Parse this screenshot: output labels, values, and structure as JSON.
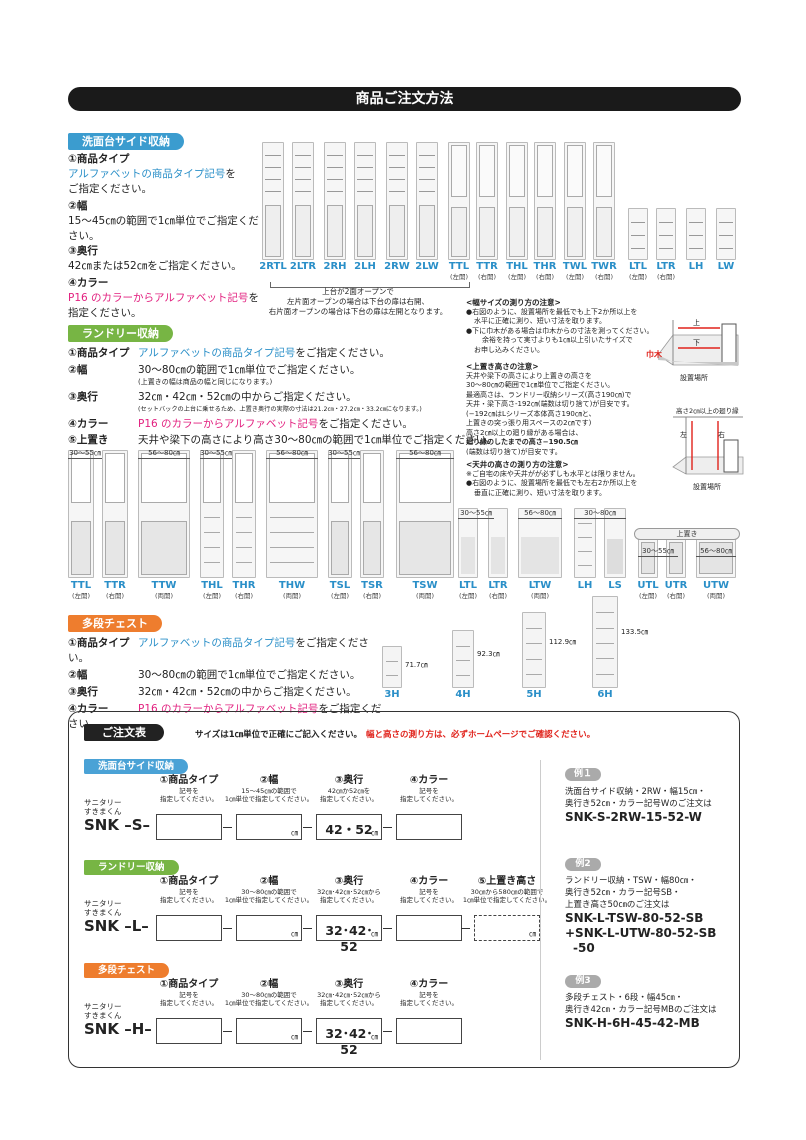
{
  "title": "商品ご注文方法",
  "washstand": {
    "tab": "洗面台サイド収納",
    "i1_head": "①商品タイプ",
    "i1_a": "アルファベットの商品タイプ記号",
    "i1_b": "を",
    "i1_c": "ご指定ください。",
    "i2_head": "②幅",
    "i2_a": "15～45㎝の範囲で1㎝単位でご指定ください。",
    "i3_head": "③奥行",
    "i3_a": "42㎝または52㎝をご指定ください。",
    "i4_head": "④カラー",
    "i4_a": "P16 のカラーからアルファベット記号",
    "i4_b": "を",
    "i4_c": "指定ください。",
    "products": [
      {
        "code": "2RTL",
        "note": ""
      },
      {
        "code": "2LTR",
        "note": ""
      },
      {
        "code": "2RH",
        "note": ""
      },
      {
        "code": "2LH",
        "note": ""
      },
      {
        "code": "2RW",
        "note": ""
      },
      {
        "code": "2LW",
        "note": ""
      },
      {
        "code": "TTL",
        "note": "(左開)"
      },
      {
        "code": "TTR",
        "note": "(右開)"
      },
      {
        "code": "THL",
        "note": "(左開)"
      },
      {
        "code": "THR",
        "note": "(右開)"
      },
      {
        "code": "TWL",
        "note": "(左開)"
      },
      {
        "code": "TWR",
        "note": "(右開)"
      },
      {
        "code": "LTL",
        "note": "(左開)"
      },
      {
        "code": "LTR",
        "note": "(右開)"
      },
      {
        "code": "LH",
        "note": ""
      },
      {
        "code": "LW",
        "note": ""
      }
    ],
    "note1": "上台が2面オープンで",
    "note2": "左片面オープンの場合は下台の扉は右開、",
    "note3": "右片面オープンの場合は下台の扉は左開となります。"
  },
  "measure": {
    "w_title": "<幅サイズの測り方の注意>",
    "w1": "●右図のように、設置場所を最低でも上下2か所以上を",
    "w2": "水平に正確に測り、短い寸法を取ります。",
    "w3": "●下に巾木がある場合は巾木からの寸法を測ってください。",
    "w4": "余裕を持って実寸よりも1㎝以上引いたサイズで",
    "w5": "お申し込みください。",
    "fig1_top": "上",
    "fig1_bottom": "下",
    "fig1_baseboard": "巾木",
    "fig1_place": "設置場所",
    "h_title": "<上置き高さの注意>",
    "h1": "天井や梁下の高さにより上置きの高さを",
    "h2": "30～80㎝の範囲で1㎝単位でご指定ください。",
    "h3": "最適高さは、ランドリー収納シリーズ(高さ190㎝)で",
    "h4": "天井・梁下高さ-192㎝(端数は切り捨て)が目安です。",
    "h5": "(−192㎝はLシリーズ本体高さ190㎝と、",
    "h6": "上置きの突っ張り用スペースの2㎝です)",
    "h7": "高さ2㎝以上の廻り縁がある場合は、",
    "h8": "廻り縁のしたまでの高さ−190.5㎝",
    "h9": "(端数は切り捨て)が目安です。",
    "fig2_top": "高さ2㎝以上の廻り縁",
    "fig2_left": "左",
    "fig2_right": "右",
    "fig2_place": "設置場所",
    "c_title": "<天井の高さの測り方の注意>",
    "c1": "※ご自宅の床や天井がが必ずしも水平とは限りません。",
    "c2": "●右図のように、設置場所を最低でも左右2か所以上を",
    "c3": "垂直に正確に測り、短い寸法を取ります。"
  },
  "laundry": {
    "tab": "ランドリー収納",
    "i1_head": "①商品タイプ",
    "i1_a": "アルファベットの商品タイプ記号",
    "i1_b": "をご指定ください。",
    "i2_head": "②幅",
    "i2_a": "30～80㎝の範囲で1㎝単位でご指定ください。",
    "i2_b": "(上置きの幅は商品の幅と同じになります。)",
    "i3_head": "③奥行",
    "i3_a": "32㎝・42㎝・52㎝の中からご指定ください。",
    "i3_b": "(セットバックの上台に乗せるため、上置き奥行の実際の寸法は21.2㎝・27.2㎝・33.2㎝になります。)",
    "i4_head": "④カラー",
    "i4_a": "P16 のカラーからアルファベット記号",
    "i4_b": "をご指定ください。",
    "i5_head": "⑤上置き",
    "i5_a": "天井や梁下の高さにより高さ30～80㎝の範囲で1㎝単位でご指定ください。",
    "dims": [
      "30～55㎝",
      "56～80㎝",
      "30～55㎝",
      "56～80㎝",
      "30～55㎝",
      "56～80㎝",
      "30～55㎝",
      "56～80㎝",
      "30～80㎝",
      "上置き",
      "30～55㎝",
      "56～80㎝"
    ],
    "products": [
      {
        "code": "TTL",
        "note": "(左開)"
      },
      {
        "code": "TTR",
        "note": "(右開)"
      },
      {
        "code": "TTW",
        "note": "(両開)"
      },
      {
        "code": "THL",
        "note": "(左開)"
      },
      {
        "code": "THR",
        "note": "(右開)"
      },
      {
        "code": "THW",
        "note": "(両開)"
      },
      {
        "code": "TSL",
        "note": "(左開)"
      },
      {
        "code": "TSR",
        "note": "(右開)"
      },
      {
        "code": "TSW",
        "note": "(両開)"
      },
      {
        "code": "LTL",
        "note": "(左開)"
      },
      {
        "code": "LTR",
        "note": "(右開)"
      },
      {
        "code": "LTW",
        "note": "(両開)"
      },
      {
        "code": "LH",
        "note": ""
      },
      {
        "code": "LS",
        "note": ""
      },
      {
        "code": "UTL",
        "note": "(左開)"
      },
      {
        "code": "UTR",
        "note": "(右開)"
      },
      {
        "code": "UTW",
        "note": "(両開)"
      }
    ]
  },
  "chest": {
    "tab": "多段チェスト",
    "i1_head": "①商品タイプ",
    "i1_a": "アルファベットの商品タイプ記号",
    "i1_b": "をご指定ください。",
    "i2_head": "②幅",
    "i2_a": "30～80㎝の範囲で1㎝単位でご指定ください。",
    "i3_head": "③奥行",
    "i3_a": "32㎝・42㎝・52㎝の中からご指定ください。",
    "i4_head": "④カラー",
    "i4_a": "P16 のカラーからアルファベット記号",
    "i4_b": "をご指定ください。",
    "products": [
      {
        "code": "3H",
        "height": "71.7㎝"
      },
      {
        "code": "4H",
        "height": "92.3㎝"
      },
      {
        "code": "5H",
        "height": "112.9㎝"
      },
      {
        "code": "6H",
        "height": "133.5㎝"
      }
    ]
  },
  "order": {
    "title": "ご注文表",
    "notice_a": "サイズは1㎝単位で正確にご記入ください。",
    "notice_b": "幅と高さの測り方は、必ずホームページでご確認ください。",
    "brand_a": "サニタリー",
    "brand_b": "すきまくん",
    "cm": "㎝",
    "rows": [
      {
        "tab": "洗面台サイド収納",
        "prefix": "SNK –S–",
        "h1": "①商品タイプ",
        "s1a": "記号を",
        "s1b": "指定してください。",
        "h2": "②幅",
        "s2a": "15～45㎝の範囲で",
        "s2b": "1㎝単位で指定してください。",
        "h3": "③奥行",
        "s3a": "42㎝か52㎝を",
        "s3b": "指定してください。",
        "h4": "④カラー",
        "s4a": "記号を",
        "s4b": "指定してください。",
        "depth": "42・52"
      },
      {
        "tab": "ランドリー収納",
        "prefix": "SNK –L–",
        "h1": "①商品タイプ",
        "s1a": "記号を",
        "s1b": "指定してください。",
        "h2": "②幅",
        "s2a": "30～80㎝の範囲で",
        "s2b": "1㎝単位で指定してください。",
        "h3": "③奥行",
        "s3a": "32㎝･42㎝･52㎝から",
        "s3b": "指定してください。",
        "h4": "④カラー",
        "s4a": "記号を",
        "s4b": "指定してください。",
        "h5": "⑤上置き高さ",
        "s5a": "30㎝から580㎝の範囲で",
        "s5b": "1㎝単位で指定してください。",
        "depth": "32･42･52"
      },
      {
        "tab": "多段チェスト",
        "prefix": "SNK –H–",
        "h1": "①商品タイプ",
        "s1a": "記号を",
        "s1b": "指定してください。",
        "h2": "②幅",
        "s2a": "30～80㎝の範囲で",
        "s2b": "1㎝単位で指定してください。",
        "h3": "③奥行",
        "s3a": "32㎝･42㎝･52㎝から",
        "s3b": "指定してください。",
        "h4": "④カラー",
        "s4a": "記号を",
        "s4b": "指定してください。",
        "depth": "32･42･52"
      }
    ],
    "ex1": {
      "tab": "例１",
      "l1": "洗面台サイド収納・2RW・幅15㎝・",
      "l2": "奥行き52㎝・カラー記号Wのご注文は",
      "code": "SNK-S-2RW-15-52-W"
    },
    "ex2": {
      "tab": "例2",
      "l1": "ランドリー収納・TSW・幅80㎝・",
      "l2": "奥行き52㎝・カラー記号SB・",
      "l3": "上置き高さ50㎝のご注文は",
      "code1": "SNK-L-TSW-80-52-SB",
      "code2": "+SNK-L-UTW-80-52-SB",
      "code3": "-50"
    },
    "ex3": {
      "tab": "例3",
      "l1": "多段チェスト・6段・幅45㎝・",
      "l2": "奥行き42㎝・カラー記号MBのご注文は",
      "code": "SNK-H-6H-45-42-MB"
    }
  }
}
